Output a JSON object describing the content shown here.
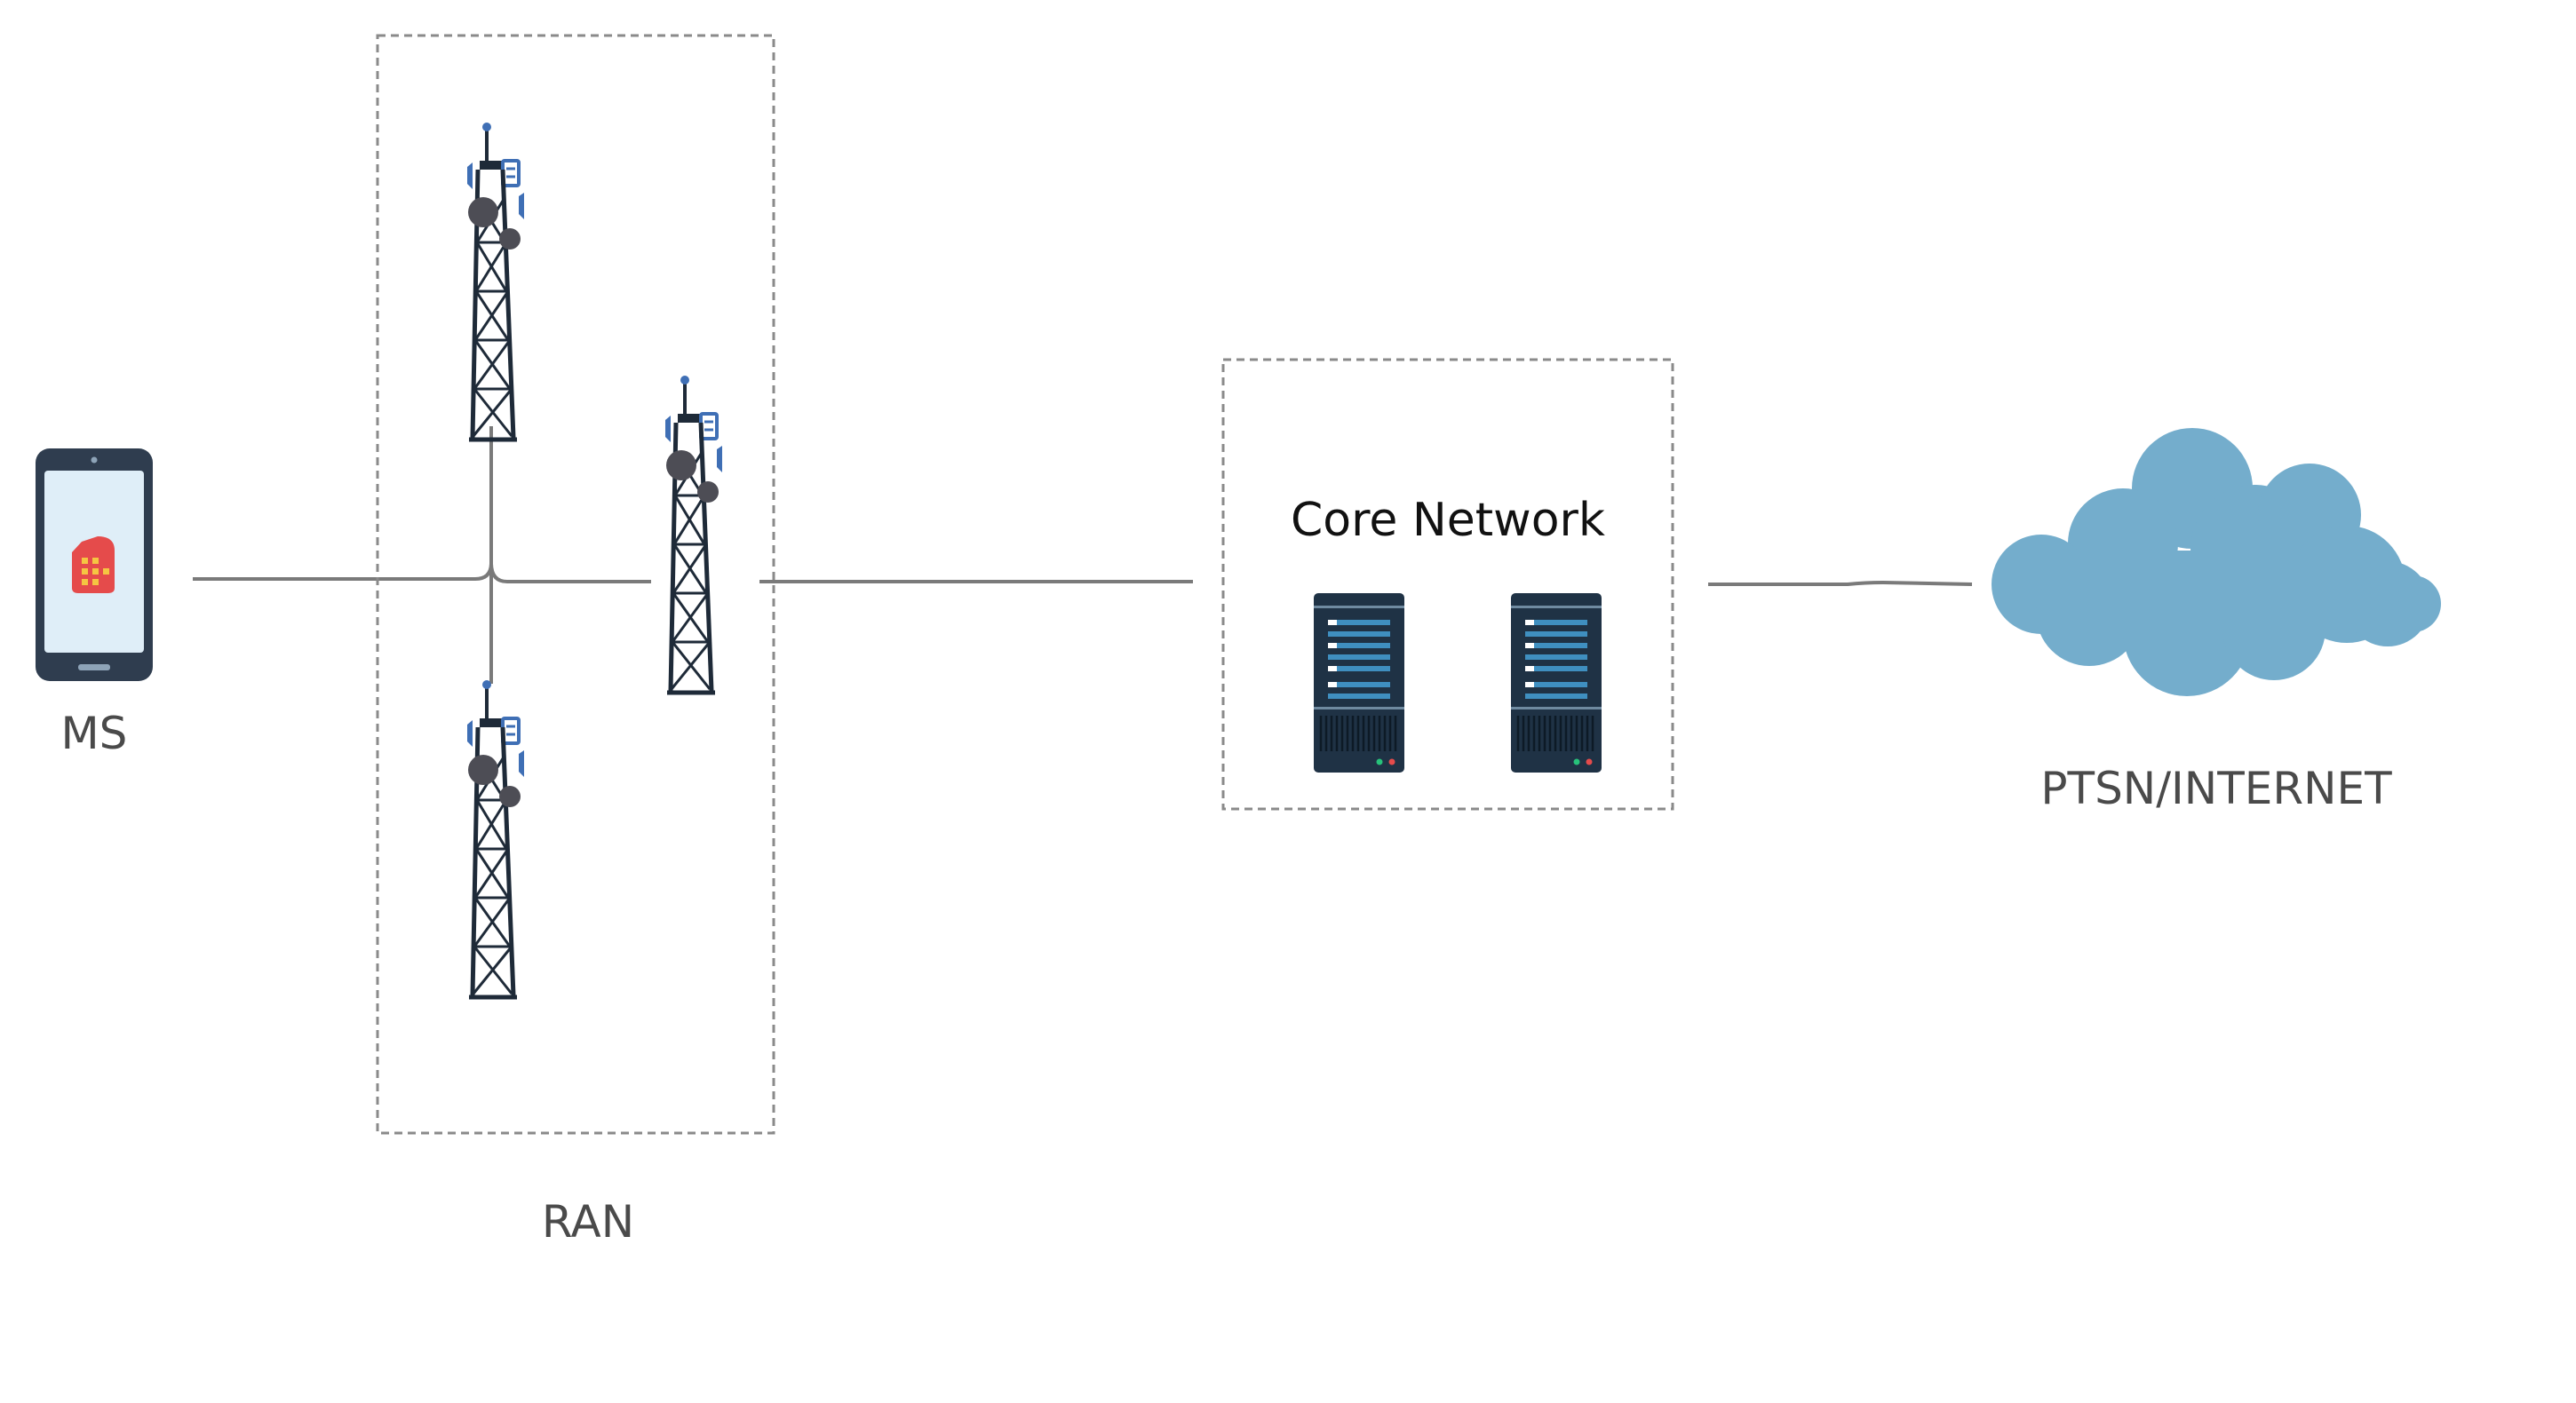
{
  "diagram": {
    "nodes": {
      "ms": {
        "label": "MS",
        "icon": "smartphone-sim-icon"
      },
      "ran": {
        "label": "RAN",
        "icon": "cell-tower-icon"
      },
      "core": {
        "label": "Core Network",
        "icon": "server-rack-icon"
      },
      "internet": {
        "label": "PTSN/INTERNET",
        "icon": "cloud-icon"
      }
    },
    "colors": {
      "line": "#7a7a7a",
      "dashed_border": "#8a8a8a",
      "label_text": "#4a4a4a",
      "title_text": "#111111",
      "phone_body": "#2f3d4f",
      "phone_screen": "#dfeef8",
      "sim_card": "#e54b4b",
      "sim_chip": "#f5c542",
      "tower_steel": "#1e2a38",
      "tower_antenna": "#3f6fb5",
      "tower_dish": "#4d4d55",
      "server_body": "#1f3245",
      "server_bar": "#3f8fc0",
      "cloud": "#74adcc"
    }
  }
}
